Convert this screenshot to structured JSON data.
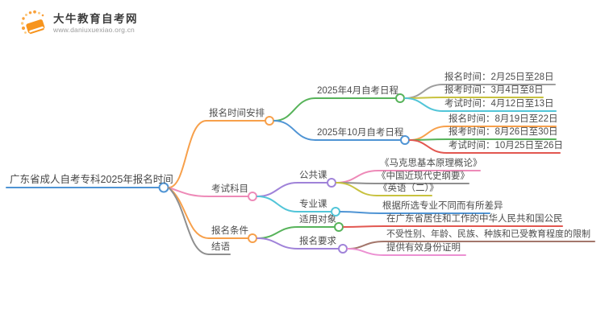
{
  "logo": {
    "title": "大牛教育自考网",
    "url": "www.daniuxuexiao.org.cn",
    "brand_color": "#f7941d"
  },
  "mindmap": {
    "root": {
      "label": "广东省成人自考专科2025年报名时间",
      "color": "#4f94d4"
    },
    "branches": [
      {
        "label": "报名时间安排",
        "color": "#f7a04b",
        "children": [
          {
            "label": "2025年4月自考日程",
            "color": "#57b35a",
            "children": [
              {
                "label": "报名时间：2月25日至28日",
                "color": "#9e9e9e"
              },
              {
                "label": "报考时间：3月4日至8日",
                "color": "#c8c23f"
              },
              {
                "label": "考试时间：4月12日至13日",
                "color": "#52c5d8"
              }
            ]
          },
          {
            "label": "2025年10月自考日程",
            "color": "#4f94d4",
            "children": [
              {
                "label": "报名时间：8月19日至22日",
                "color": "#f7a04b"
              },
              {
                "label": "报考时间：8月26日至30日",
                "color": "#57b35a"
              },
              {
                "label": "考试时间：10月25日至26日",
                "color": "#e25750"
              }
            ]
          }
        ]
      },
      {
        "label": "考试科目",
        "color": "#ee8ab8",
        "children": [
          {
            "label": "公共课",
            "color": "#a083d9",
            "children": [
              {
                "label": "《马克思基本原理概论》",
                "color": "#ee8ab8"
              },
              {
                "label": "《中国近现代史纲要》",
                "color": "#8f8f8f"
              },
              {
                "label": "《英语（二）》",
                "color": "#c8c23f"
              }
            ]
          },
          {
            "label": "专业课",
            "color": "#52c5d8",
            "children": [
              {
                "label": "根据所选专业不同而有所差异",
                "color": "#4f94d4"
              }
            ]
          }
        ]
      },
      {
        "label": "报名条件",
        "color": "#f7a04b",
        "children": [
          {
            "label": "适用对象",
            "color": "#57b35a",
            "children": [
              {
                "label": "在广东省居住和工作的中华人民共和国公民",
                "color": "#e25750"
              }
            ]
          },
          {
            "label": "报名要求",
            "color": "#a083d9",
            "children": [
              {
                "label": "不受性别、年龄、民族、种族和已受教育程度的限制",
                "color": "#a3766b"
              },
              {
                "label": "提供有效身份证明",
                "color": "#ec90d2"
              }
            ]
          }
        ]
      },
      {
        "label": "结语",
        "color": "#8f8f8f"
      }
    ]
  }
}
